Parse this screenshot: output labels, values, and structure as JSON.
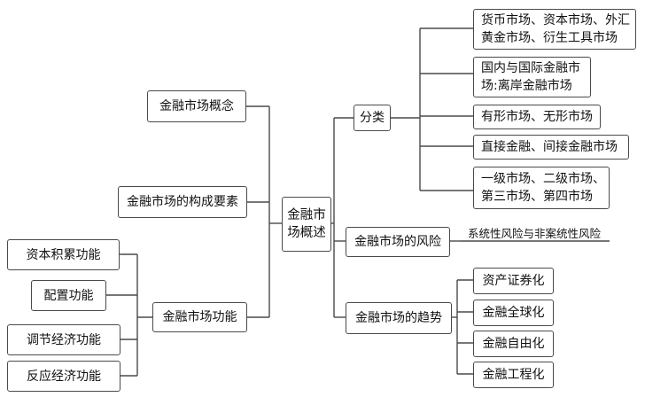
{
  "center": {
    "line1": "金融市",
    "line2": "场概述"
  },
  "left": {
    "concept": "金融市场概念",
    "composition": "金融市场的构成要素",
    "functions": {
      "label": "金融市场功能",
      "items": [
        "资本积累功能",
        "配置功能",
        "调节经济功能",
        "反应经济功能"
      ]
    }
  },
  "right": {
    "classification": {
      "label": "分类",
      "items": [
        {
          "line1": "货币市场、资本市场、外汇",
          "line2": "黄金市场、衍生工具市场"
        },
        {
          "line1": "国内与国际金融市",
          "line2": "场:离岸金融市场"
        },
        {
          "line1": "有形市场、无形市场"
        },
        {
          "line1": "直接金融、间接金融市场"
        },
        {
          "line1": "一级市场、二级市场、",
          "line2": "第三市场、第四市场"
        }
      ]
    },
    "risk": {
      "label": "金融市场的风险",
      "note": "系统性风险与非案统性风险"
    },
    "trend": {
      "label": "金融市场的趋势",
      "items": [
        "资产证券化",
        "金融全球化",
        "金融自由化",
        "金融工程化"
      ]
    }
  }
}
